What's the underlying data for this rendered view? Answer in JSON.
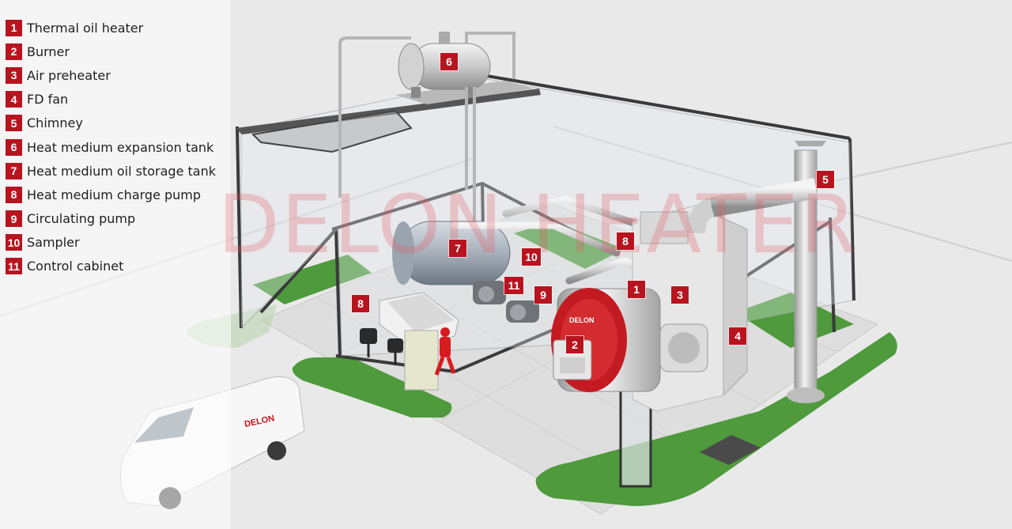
{
  "legend": [
    {
      "num": "1",
      "label": "Thermal oil heater"
    },
    {
      "num": "2",
      "label": "Burner"
    },
    {
      "num": "3",
      "label": "Air preheater"
    },
    {
      "num": "4",
      "label": "FD fan"
    },
    {
      "num": "5",
      "label": "Chimney"
    },
    {
      "num": "6",
      "label": "Heat medium expansion tank"
    },
    {
      "num": "7",
      "label": "Heat medium oil storage tank"
    },
    {
      "num": "8",
      "label": "Heat medium charge pump"
    },
    {
      "num": "9",
      "label": "Circulating pump"
    },
    {
      "num": "10",
      "label": "Sampler"
    },
    {
      "num": "11",
      "label": "Control cabinet"
    }
  ],
  "callouts": {
    "c1": "1",
    "c2": "2",
    "c3": "3",
    "c4": "4",
    "c5": "5",
    "c6": "6",
    "c7": "7",
    "c8a": "8",
    "c8b": "8",
    "c9": "9",
    "c10": "10",
    "c11": "11"
  },
  "watermark": "DELON HEATER",
  "heater_brand": "DELON",
  "van_brand": "DELON",
  "colors": {
    "accent": "#b8141f",
    "grass": "#4f9a3c",
    "glass_frame": "#3a3a3a",
    "floor": "#dcdcdc"
  }
}
